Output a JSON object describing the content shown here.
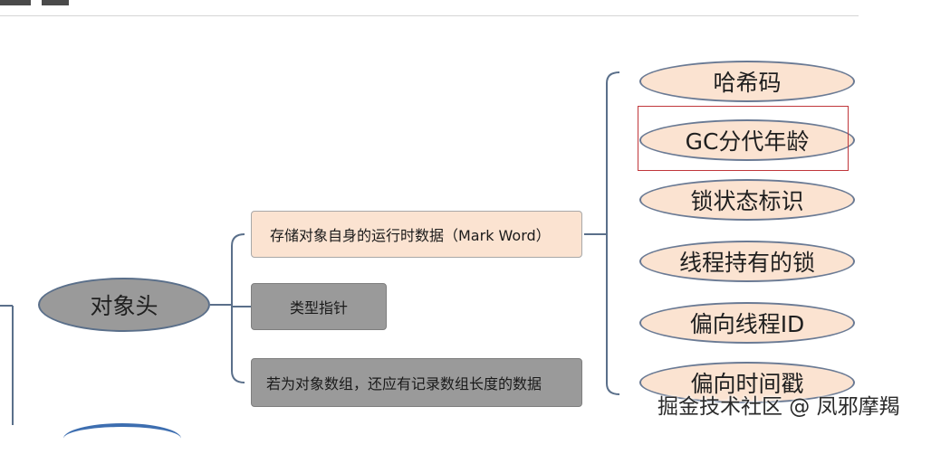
{
  "root": {
    "label": "对象头"
  },
  "level2": [
    {
      "label": "存储对象自身的运行时数据（Mark Word）"
    },
    {
      "label": "类型指针"
    },
    {
      "label": "若为对象数组，还应有记录数组长度的数据"
    }
  ],
  "mark_word_fields": [
    {
      "label": "哈希码"
    },
    {
      "label": "GC分代年龄"
    },
    {
      "label": "锁状态标识"
    },
    {
      "label": "线程持有的锁"
    },
    {
      "label": "偏向线程ID"
    },
    {
      "label": "偏向时间戳"
    }
  ],
  "highlighted_field": "GC分代年龄",
  "watermark": "掘金技术社区 @ 凤邪摩羯",
  "colors": {
    "attr_fill": "#fbe3d1",
    "root_fill": "#9a9a9a",
    "bracket": "#5a6f8a",
    "highlight": "#c0373b"
  }
}
